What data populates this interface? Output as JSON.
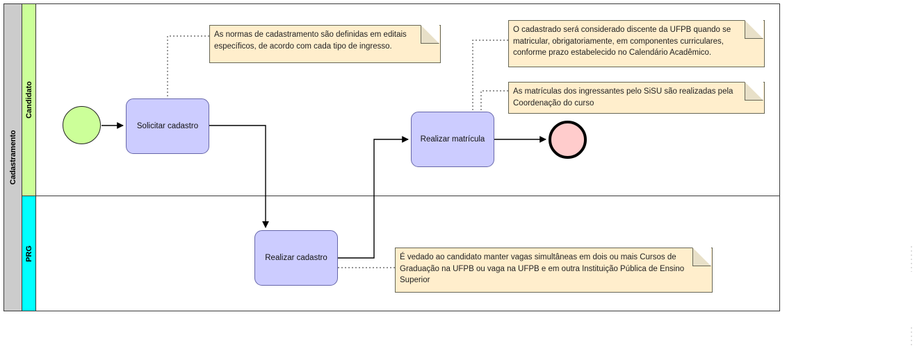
{
  "pool": {
    "name": "Cadastramento",
    "lanes": [
      {
        "name": "Candidato",
        "color": "#ccff99"
      },
      {
        "name": "PRG",
        "color": "#00ffff"
      }
    ]
  },
  "events": [
    {
      "id": "start",
      "type": "start-event",
      "label": "",
      "color": "#ccff99"
    },
    {
      "id": "end",
      "type": "end-event",
      "label": "",
      "color": "#ffcccc"
    }
  ],
  "tasks": [
    {
      "id": "solicitar-cadastro",
      "label": "Solicitar cadastro",
      "lane": "Candidato",
      "color": "#ccccff"
    },
    {
      "id": "realizar-matricula",
      "label": "Realizar matrícula",
      "lane": "Candidato",
      "color": "#ccccff"
    },
    {
      "id": "realizar-cadastro",
      "label": "Realizar cadastro",
      "lane": "PRG",
      "color": "#ccccff"
    }
  ],
  "annotations": [
    {
      "id": "note-normas",
      "text": "As normas de cadastramento são definidas em editais específicos, de acordo com cada tipo de ingresso.",
      "attached_to": "solicitar-cadastro",
      "color": "#ffeecc"
    },
    {
      "id": "note-discente",
      "text": "O cadastrado será considerado discente da UFPB quando se matricular, obrigatoriamente, em componentes curriculares, conforme prazo estabelecido no Calendário Acadêmico.",
      "attached_to": "realizar-matricula",
      "color": "#ffeecc"
    },
    {
      "id": "note-sisu",
      "text": "As matrículas dos ingressantes pelo SiSU são realizadas pela Coordenação do curso",
      "attached_to": "realizar-matricula",
      "color": "#ffeecc"
    },
    {
      "id": "note-vedado",
      "text": "É vedado ao candidato manter vagas simultâneas em dois ou mais Cursos de Graduação na UFPB ou vaga na UFPB e em outra Instituição Pública de Ensino Superior",
      "attached_to": "realizar-cadastro",
      "color": "#ffeecc"
    }
  ],
  "flows": [
    {
      "from": "start",
      "to": "solicitar-cadastro"
    },
    {
      "from": "solicitar-cadastro",
      "to": "realizar-cadastro"
    },
    {
      "from": "realizar-cadastro",
      "to": "realizar-matricula"
    },
    {
      "from": "realizar-matricula",
      "to": "end"
    }
  ]
}
